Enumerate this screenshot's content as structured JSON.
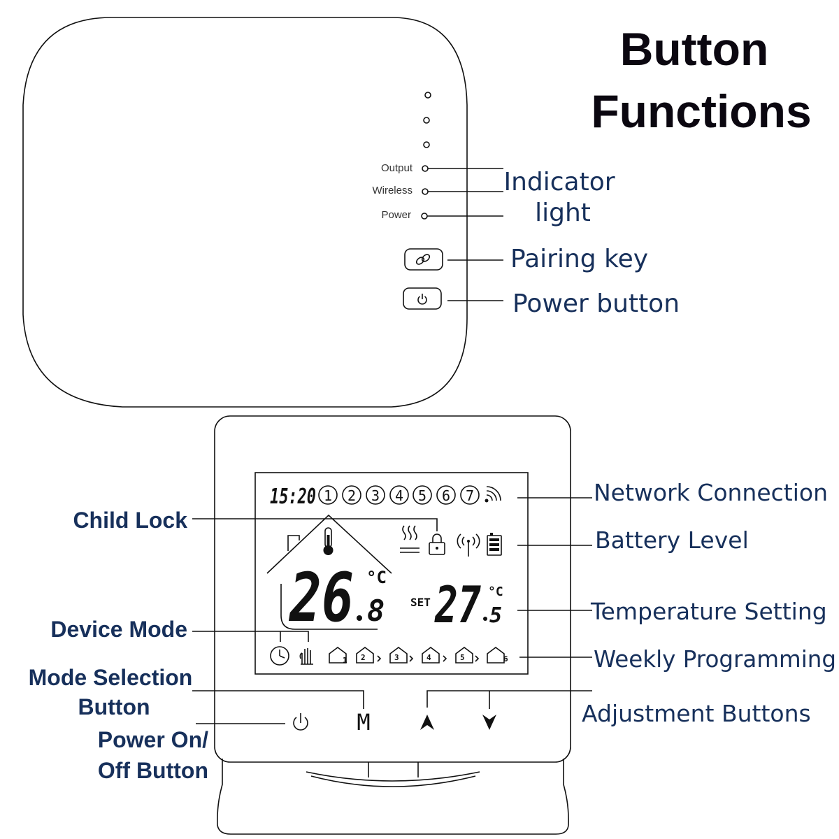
{
  "title": {
    "line1": "Button",
    "line2": "Functions"
  },
  "gateway": {
    "indicators": [
      "Output",
      "Wireless",
      "Power"
    ],
    "callouts": {
      "indicator_line1": "Indicator",
      "indicator_line2": "light",
      "pairing_key": "Pairing key",
      "power_button": "Power button"
    }
  },
  "thermostat": {
    "lcd": {
      "time": "15:20",
      "days": [
        "1",
        "2",
        "3",
        "4",
        "5",
        "6",
        "7"
      ],
      "current_temp_main": "26",
      "current_temp_decimal": "8",
      "current_unit": "°C",
      "set_label": "SET",
      "set_temp_main": "27",
      "set_temp_decimal": "5",
      "set_unit": "°C",
      "program_periods": [
        "1",
        "2",
        "3",
        "4",
        "5",
        "6"
      ]
    },
    "buttons": {
      "mode_label": "M"
    },
    "callouts": {
      "network_connection": "Network Connection",
      "battery_level": "Battery Level",
      "temperature_setting": "Temperature Setting",
      "weekly_programming": "Weekly Programming",
      "adjustment_buttons": "Adjustment Buttons",
      "child_lock": "Child Lock",
      "device_mode": "Device Mode",
      "mode_selection_line1": "Mode Selection",
      "mode_selection_line2": "Button",
      "power_onoff_line1": "Power On/",
      "power_onoff_line2": "Off Button"
    }
  },
  "colors": {
    "callout_text": "#17305b",
    "title_text": "#0b0710",
    "outline": "#111111"
  }
}
